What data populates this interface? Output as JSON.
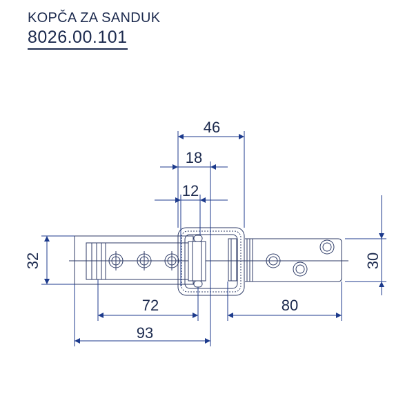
{
  "title": "KOPČA ZA SANDUK",
  "part_number": "8026.00.101",
  "dimensions": {
    "d46": "46",
    "d18": "18",
    "d12": "12",
    "d32": "32",
    "d30": "30",
    "d72": "72",
    "d80": "80",
    "d93": "93"
  },
  "colors": {
    "text": "#1c2a4e",
    "lines": "#2c3a66",
    "dims": "#1c3a8c"
  }
}
